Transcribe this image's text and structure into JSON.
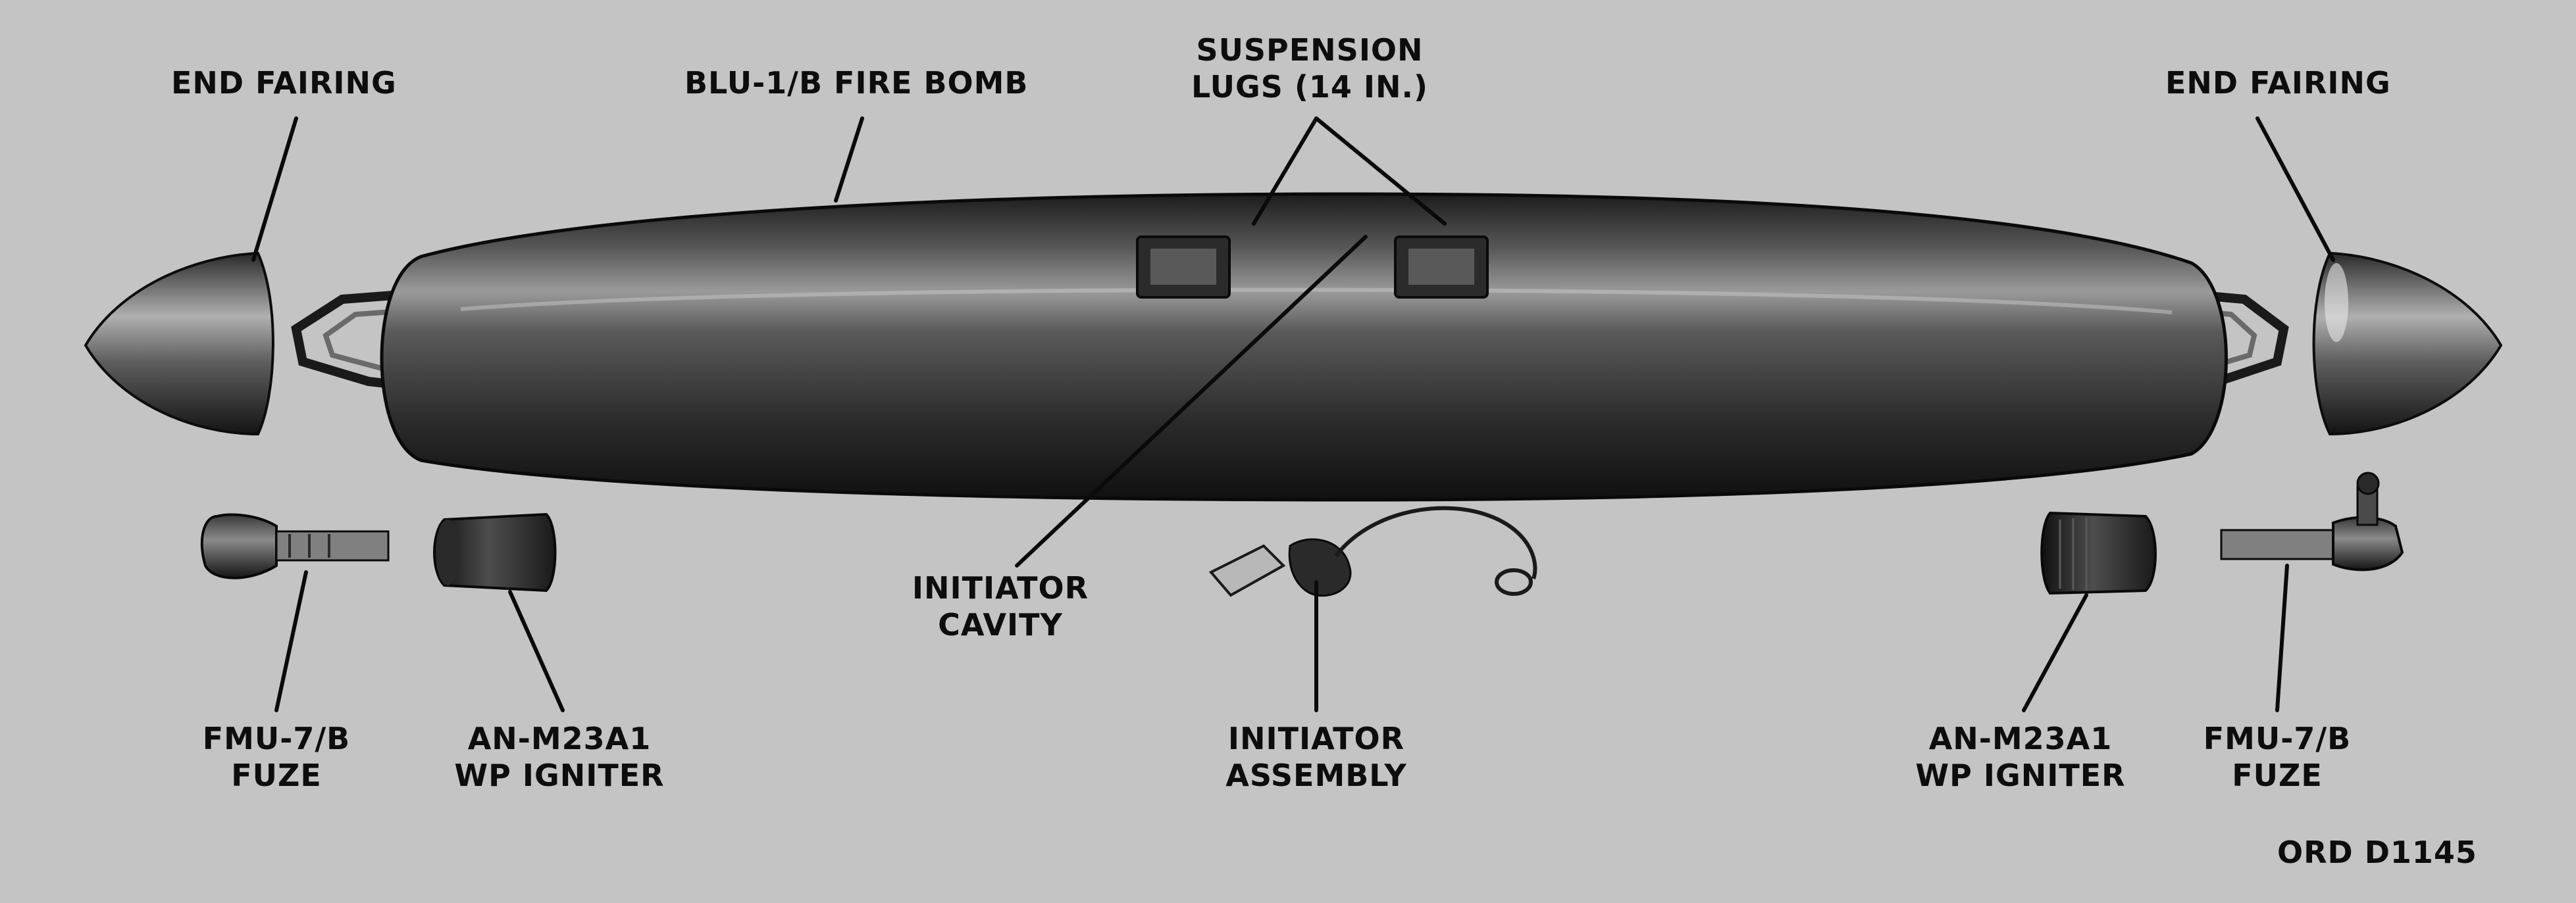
{
  "labels": {
    "end_fairing_left": "END FAIRING",
    "fire_bomb": "BLU-1/B FIRE BOMB",
    "suspension_lugs": {
      "line1": "SUSPENSION",
      "line2": "LUGS (14 IN.)"
    },
    "end_fairing_right": "END FAIRING",
    "initiator_cavity": {
      "line1": "INITIATOR",
      "line2": "CAVITY"
    },
    "fmu_fuze_left": {
      "line1": "FMU-7/B",
      "line2": "FUZE"
    },
    "igniter_left": {
      "line1": "AN-M23A1",
      "line2": "WP IGNITER"
    },
    "initiator_assembly": {
      "line1": "INITIATOR",
      "line2": "ASSEMBLY"
    },
    "igniter_right": {
      "line1": "AN-M23A1",
      "line2": "WP IGNITER"
    },
    "fmu_fuze_right": {
      "line1": "FMU-7/B",
      "line2": "FUZE"
    },
    "figure_ref": "ORD D1145"
  },
  "colors": {
    "background": "#c4c4c4",
    "ink": "#0d0d0d",
    "metal_dark": "#2a2a2a",
    "metal_mid": "#6e6e6e",
    "metal_light": "#bdbdbd"
  }
}
